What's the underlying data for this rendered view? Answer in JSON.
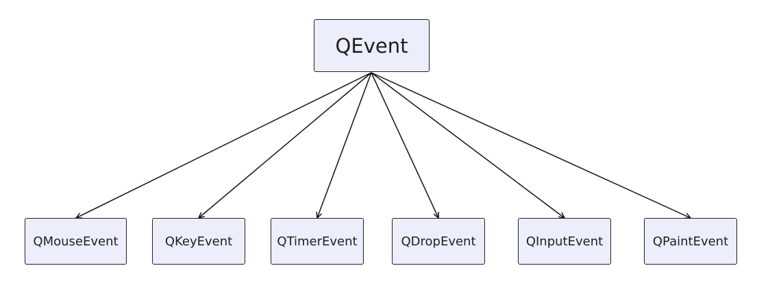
{
  "diagram": {
    "root": {
      "label": "QEvent"
    },
    "children": [
      {
        "label": "QMouseEvent"
      },
      {
        "label": "QKeyEvent"
      },
      {
        "label": "QTimerEvent"
      },
      {
        "label": "QDropEvent"
      },
      {
        "label": "QInputEvent"
      },
      {
        "label": "QPaintEvent"
      }
    ],
    "edges": [
      {
        "from": "QEvent",
        "to": "QMouseEvent"
      },
      {
        "from": "QEvent",
        "to": "QKeyEvent"
      },
      {
        "from": "QEvent",
        "to": "QTimerEvent"
      },
      {
        "from": "QEvent",
        "to": "QDropEvent"
      },
      {
        "from": "QEvent",
        "to": "QInputEvent"
      },
      {
        "from": "QEvent",
        "to": "QPaintEvent"
      }
    ],
    "colors": {
      "node_fill": "#eceefb",
      "node_border": "#1f1f1f",
      "edge": "#111111"
    }
  }
}
